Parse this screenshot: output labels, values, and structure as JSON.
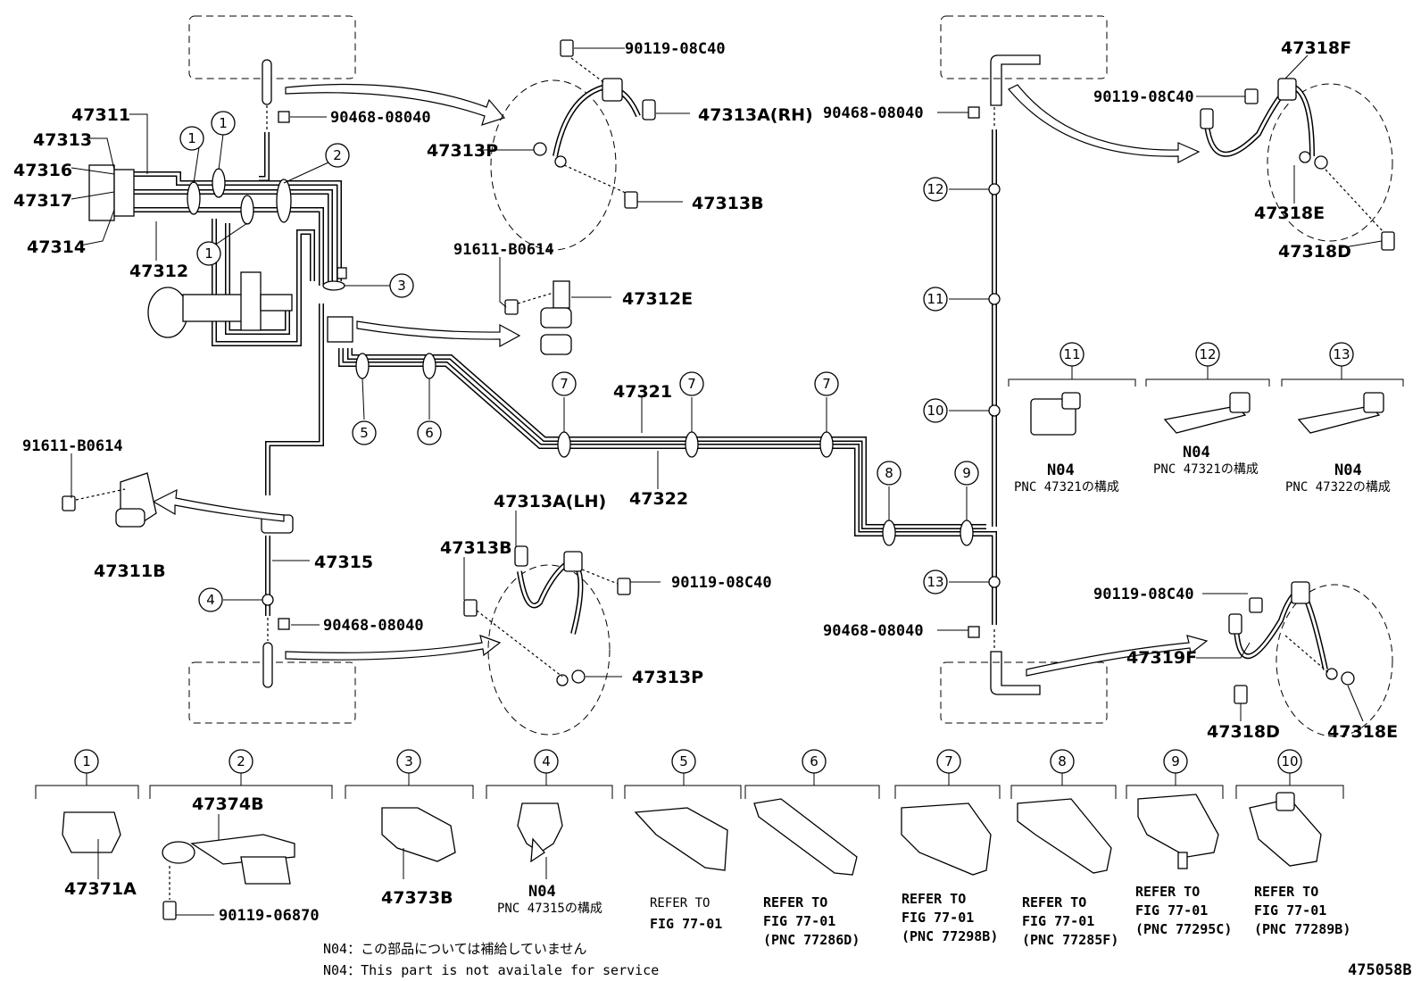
{
  "figure_id": "475058B",
  "notes": {
    "n04_jp": "N04：この部品については補給していません",
    "n04_en": "N04：This part is not availale for service"
  },
  "callouts": {
    "c47311": "47311",
    "c47313": "47313",
    "c47316": "47316",
    "c47317": "47317",
    "c47314": "47314",
    "c47312": "47312",
    "c47313a_rh": "47313A(RH)",
    "c47313p_top": "47313P",
    "c47313b_top": "47313B",
    "c90119_top": "90119-08C40",
    "c90468_tl": "90468-08040",
    "c91611_mid": "91611-B0614",
    "c47312e": "47312E",
    "c47321": "47321",
    "c47322": "47322",
    "c91611_left": "91611-B0614",
    "c47311b": "47311B",
    "c47315": "47315",
    "c47313a_lh": "47313A(LH)",
    "c47313b_bot": "47313B",
    "c90119_mid": "90119-08C40",
    "c90468_bl": "90468-08040",
    "c47313p_bot": "47313P",
    "c47318f": "47318F",
    "c90119_tr": "90119-08C40",
    "c90468_tr": "90468-08040",
    "c47318e_top": "47318E",
    "c47318d_top": "47318D",
    "c90119_br": "90119-08C40",
    "c90468_br": "90468-08040",
    "c47319f": "47319F",
    "c47318d_bot": "47318D",
    "c47318e_bot": "47318E"
  },
  "clamp_markers": [
    "1",
    "2",
    "3",
    "4",
    "5",
    "6",
    "7",
    "8",
    "9",
    "10",
    "11",
    "12",
    "13"
  ],
  "legend_right": [
    {
      "num": "11",
      "code": "N04",
      "pnc": "PNC 47321の構成"
    },
    {
      "num": "12",
      "code": "N04",
      "pnc": "PNC 47321の構成"
    },
    {
      "num": "13",
      "code": "N04",
      "pnc": "PNC 47322の構成"
    }
  ],
  "legend_bottom": [
    {
      "num": "1",
      "lines": [
        "47371A"
      ]
    },
    {
      "num": "2",
      "lines": [
        "47374B"
      ],
      "bolt": "90119-06870"
    },
    {
      "num": "3",
      "lines": [
        "47373B"
      ]
    },
    {
      "num": "4",
      "lines": [
        "N04"
      ],
      "sub": "PNC 47315の構成"
    },
    {
      "num": "5",
      "lines": [
        "REFER TO",
        "FIG 77-01"
      ]
    },
    {
      "num": "6",
      "lines": [
        "REFER TO",
        "FIG 77-01",
        "(PNC 77286D)"
      ]
    },
    {
      "num": "7",
      "lines": [
        "REFER TO",
        "FIG 77-01",
        "(PNC 77298B)"
      ]
    },
    {
      "num": "8",
      "lines": [
        "REFER TO",
        "FIG 77-01",
        "(PNC 77285F)"
      ]
    },
    {
      "num": "9",
      "lines": [
        "REFER TO",
        "FIG 77-01",
        "(PNC 77295C)"
      ]
    },
    {
      "num": "10",
      "lines": [
        "REFER TO",
        "FIG 77-01",
        "(PNC 77289B)"
      ]
    }
  ]
}
